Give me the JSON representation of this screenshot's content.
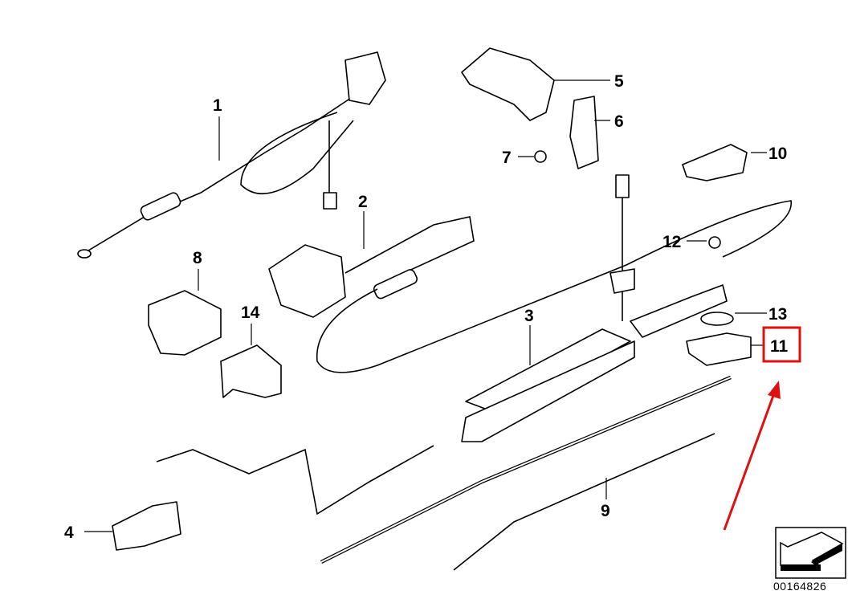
{
  "diagram": {
    "part_labels": [
      "1",
      "2",
      "3",
      "4",
      "5",
      "6",
      "7",
      "8",
      "9",
      "10",
      "11",
      "12",
      "13",
      "14"
    ],
    "highlighted_label": "11",
    "highlight_color": "#e01010",
    "arrow_color": "#e01010",
    "reference_number": "00164826"
  }
}
